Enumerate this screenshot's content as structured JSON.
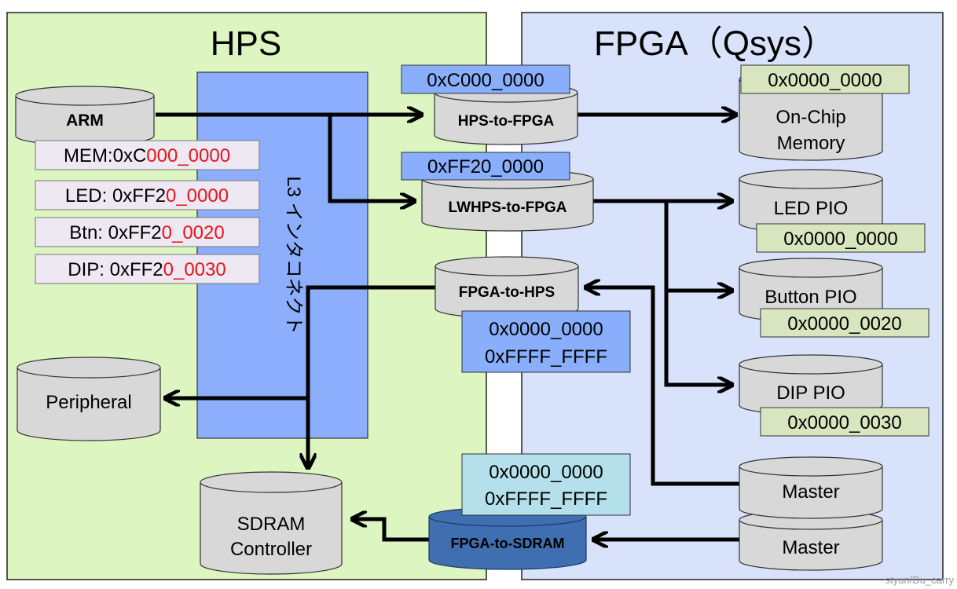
{
  "regions": {
    "hps": {
      "title": "HPS"
    },
    "fpga": {
      "title": "FPGA（Qsys）"
    }
  },
  "interconnect": {
    "label": "L3 インタコネクト"
  },
  "cylinders": {
    "arm": "ARM",
    "hps_to_fpga": "HPS-to-FPGA",
    "lwhps_to_fpga": "LWHPS-to-FPGA",
    "fpga_to_hps": "FPGA-to-HPS",
    "peripheral": "Peripheral",
    "sdram_line1": "SDRAM",
    "sdram_line2": "Controller",
    "fpga_to_sdram": "FPGA-to-SDRAM",
    "onchip_line1": "On-Chip",
    "onchip_line2": "Memory",
    "led_pio": "LED PIO",
    "button_pio": "Button PIO",
    "dip_pio": "DIP PIO",
    "master1": "Master",
    "master2": "Master"
  },
  "arm_map": {
    "mem": {
      "prefix": "MEM:0xC",
      "suffix": "000_0000"
    },
    "led": {
      "prefix": "LED: 0xFF2",
      "suffix": "0_0000"
    },
    "btn": {
      "prefix": "Btn: 0xFF2",
      "suffix": "0_0020"
    },
    "dip": {
      "prefix": "DIP: 0xFF2",
      "suffix": "0_0030"
    }
  },
  "addresses": {
    "hps_to_fpga": "0xC000_0000",
    "lwhps_to_fpga": "0xFF20_0000",
    "fpga_to_hps_1": "0x0000_0000",
    "fpga_to_hps_2": "0xFFFF_FFFF",
    "fpga_to_sdram_1": "0x0000_0000",
    "fpga_to_sdram_2": "0xFFFF_FFFF",
    "onchip": "0x0000_0000",
    "led_pio": "0x0000_0000",
    "button_pio": "0x0000_0020",
    "dip_pio": "0x0000_0030"
  },
  "watermark": "styun/Du_carry",
  "colors": {
    "hps_bg": "#dcf5c1",
    "fpga_bg": "#d8e2fb",
    "interconnect": "#8caefc",
    "addr_blue": "#88aefc",
    "addr_green": "#d9e5bf",
    "addr_cyan": "#b3e0ea",
    "map_box": "#ede8f2",
    "red": "#e8141c",
    "cyl_gray": "#d8d8d8",
    "cyl_dark": "#3f6fb0"
  }
}
